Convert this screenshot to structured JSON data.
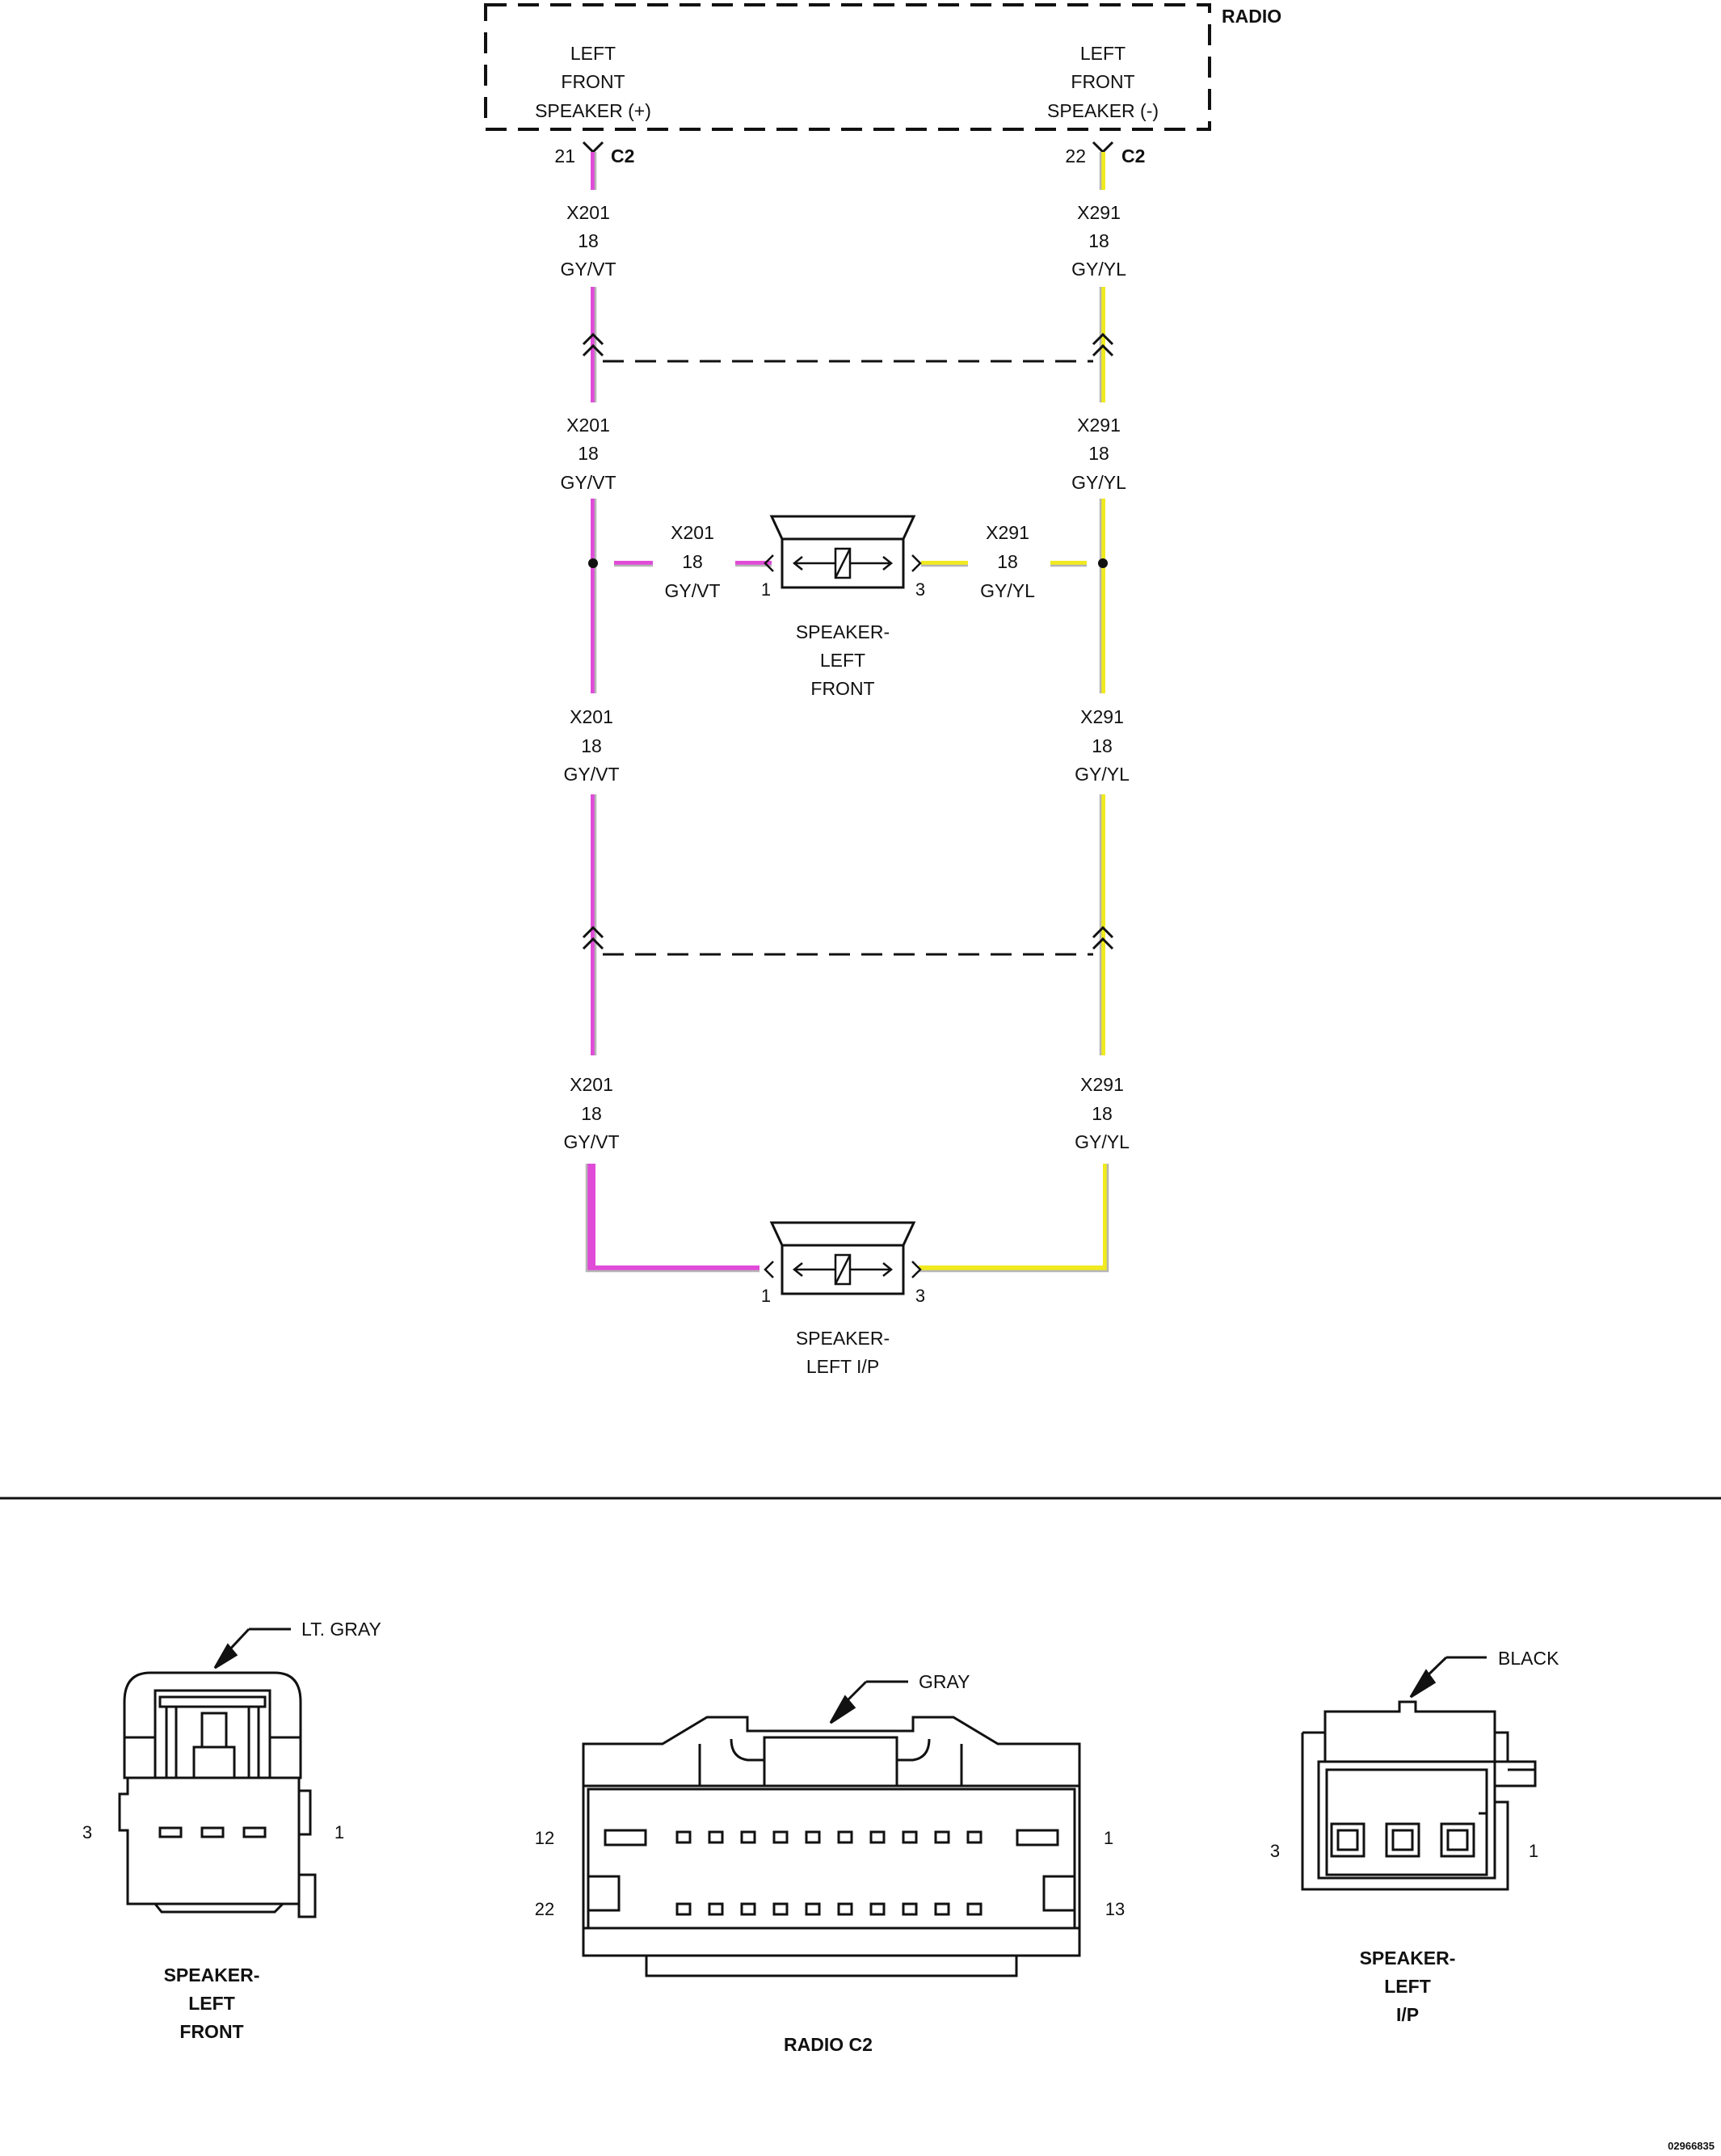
{
  "colors": {
    "gy_vt": "#e04bd8",
    "gy_yl": "#f0ea1e",
    "gray_stripe": "#b5b5b5",
    "ink": "#111111"
  },
  "radio": {
    "title": "RADIO",
    "left_pin_label": [
      "LEFT",
      "FRONT",
      "SPEAKER (+)"
    ],
    "right_pin_label": [
      "LEFT",
      "FRONT",
      "SPEAKER (-)"
    ],
    "left_cavity": "21",
    "right_cavity": "22",
    "connector": "C2"
  },
  "wire_left": [
    "X201",
    "18",
    "GY/VT"
  ],
  "wire_right": [
    "X291",
    "18",
    "GY/YL"
  ],
  "speaker_front": {
    "label": [
      "SPEAKER-",
      "LEFT",
      "FRONT"
    ],
    "pin_left": "1",
    "pin_right": "3"
  },
  "speaker_ip": {
    "label": [
      "SPEAKER-",
      "LEFT I/P"
    ],
    "pin_left": "1",
    "pin_right": "3"
  },
  "connectors": {
    "front": {
      "color_callout": "LT. GRAY",
      "pin_left": "3",
      "pin_right": "1",
      "title": [
        "SPEAKER-",
        "LEFT",
        "FRONT"
      ]
    },
    "radio_c2": {
      "color_callout": "GRAY",
      "pin_top_left": "12",
      "pin_top_right": "1",
      "pin_bottom_left": "22",
      "pin_bottom_right": "13",
      "title": "RADIO C2"
    },
    "ip": {
      "color_callout": "BLACK",
      "pin_left": "3",
      "pin_right": "1",
      "title": [
        "SPEAKER-",
        "LEFT",
        "I/P"
      ]
    }
  },
  "drawing_number": "02966835"
}
